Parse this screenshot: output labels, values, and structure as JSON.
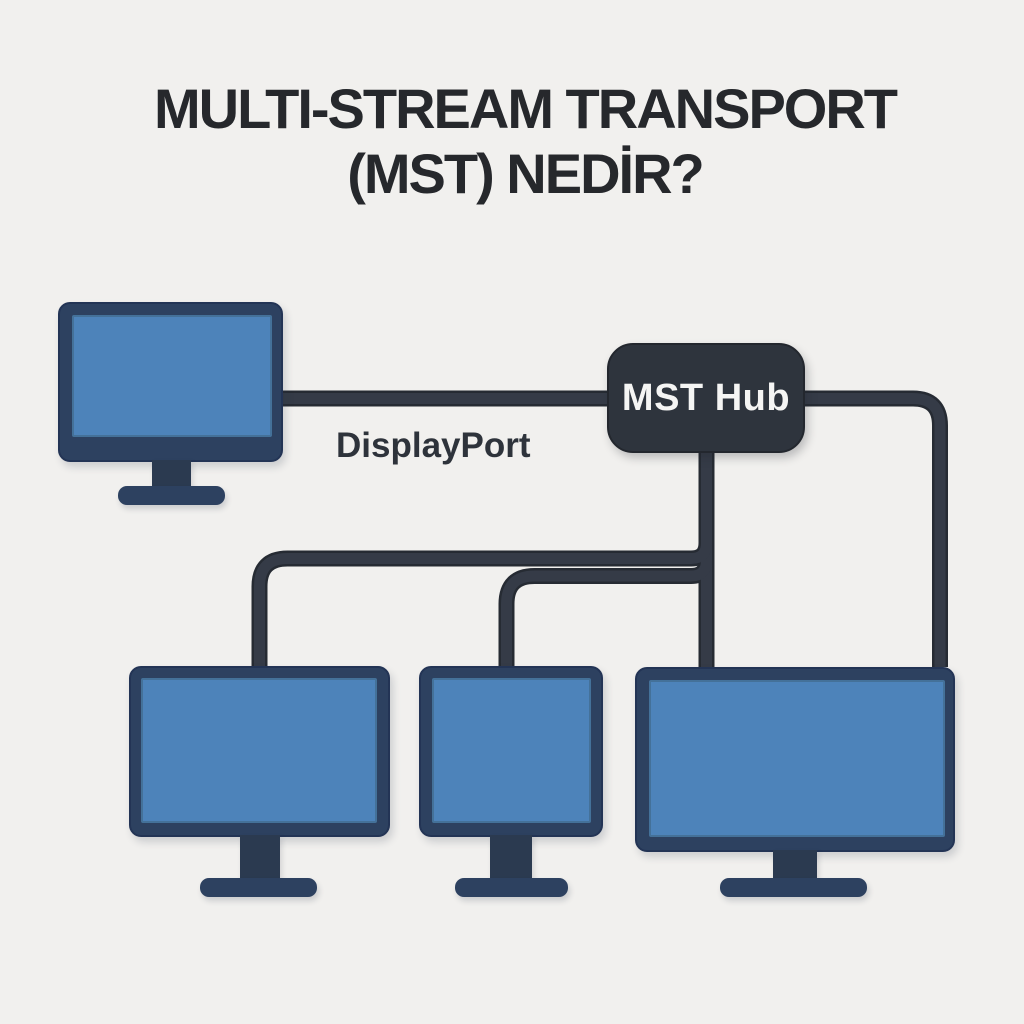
{
  "title": {
    "line1": "MULTI-STREAM TRANSPORT",
    "line2": "(MST) NEDİR?"
  },
  "hub": {
    "label": "MST Hub"
  },
  "labels": {
    "displayport": "DisplayPort"
  },
  "devices": {
    "source": {
      "name": "source-computer",
      "type": "monitor"
    },
    "hub": {
      "name": "mst-hub",
      "type": "hub"
    },
    "displays": [
      {
        "name": "display-1",
        "position": "bottom-left"
      },
      {
        "name": "display-2",
        "position": "bottom-middle"
      },
      {
        "name": "display-3",
        "position": "bottom-right-large"
      }
    ]
  },
  "connections": [
    {
      "from": "source-computer",
      "to": "mst-hub",
      "label": "DisplayPort"
    },
    {
      "from": "mst-hub",
      "to": "display-1",
      "label": ""
    },
    {
      "from": "mst-hub",
      "to": "display-2",
      "label": ""
    },
    {
      "from": "mst-hub",
      "to": "display-3",
      "label": ""
    }
  ],
  "colors": {
    "background": "#f1f0ee",
    "title_text": "#26282c",
    "cable": "#353b47",
    "cable_outline": "#262b33",
    "hub_fill": "#2e343d",
    "hub_text": "#f5f5f4",
    "monitor_bezel": "#2d4160",
    "monitor_screen": "#4d83ba",
    "monitor_neck": "#2b3a50"
  }
}
